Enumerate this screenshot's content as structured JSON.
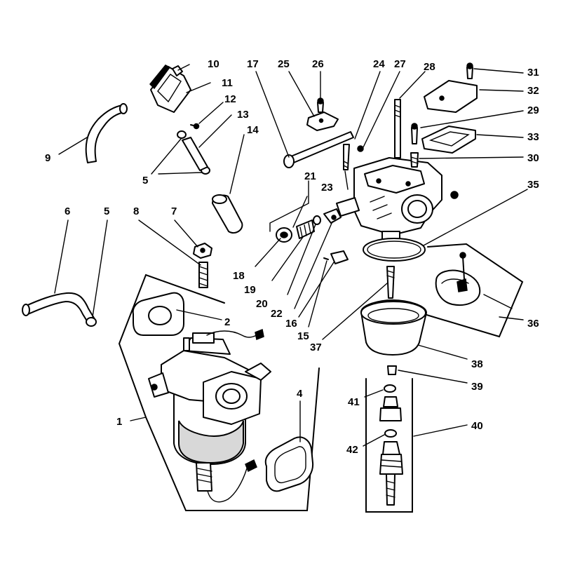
{
  "callouts": [
    {
      "id": "c1",
      "text": "1"
    },
    {
      "id": "c2",
      "text": "2"
    },
    {
      "id": "c4",
      "text": "4"
    },
    {
      "id": "c5a",
      "text": "5"
    },
    {
      "id": "c5b",
      "text": "5"
    },
    {
      "id": "c6",
      "text": "6"
    },
    {
      "id": "c7",
      "text": "7"
    },
    {
      "id": "c8",
      "text": "8"
    },
    {
      "id": "c9",
      "text": "9"
    },
    {
      "id": "c10",
      "text": "10"
    },
    {
      "id": "c11",
      "text": "11"
    },
    {
      "id": "c12",
      "text": "12"
    },
    {
      "id": "c13",
      "text": "13"
    },
    {
      "id": "c14",
      "text": "14"
    },
    {
      "id": "c15",
      "text": "15"
    },
    {
      "id": "c16",
      "text": "16"
    },
    {
      "id": "c17",
      "text": "17"
    },
    {
      "id": "c18",
      "text": "18"
    },
    {
      "id": "c19",
      "text": "19"
    },
    {
      "id": "c20",
      "text": "20"
    },
    {
      "id": "c21",
      "text": "21"
    },
    {
      "id": "c22",
      "text": "22"
    },
    {
      "id": "c23",
      "text": "23"
    },
    {
      "id": "c24",
      "text": "24"
    },
    {
      "id": "c25",
      "text": "25"
    },
    {
      "id": "c26",
      "text": "26"
    },
    {
      "id": "c27",
      "text": "27"
    },
    {
      "id": "c28",
      "text": "28"
    },
    {
      "id": "c29",
      "text": "29"
    },
    {
      "id": "c30",
      "text": "30"
    },
    {
      "id": "c31",
      "text": "31"
    },
    {
      "id": "c32",
      "text": "32"
    },
    {
      "id": "c33",
      "text": "33"
    },
    {
      "id": "c35",
      "text": "35"
    },
    {
      "id": "c36",
      "text": "36"
    },
    {
      "id": "c37",
      "text": "37"
    },
    {
      "id": "c38",
      "text": "38"
    },
    {
      "id": "c39",
      "text": "39"
    },
    {
      "id": "c40",
      "text": "40"
    },
    {
      "id": "c41",
      "text": "41"
    },
    {
      "id": "c42",
      "text": "42"
    }
  ]
}
